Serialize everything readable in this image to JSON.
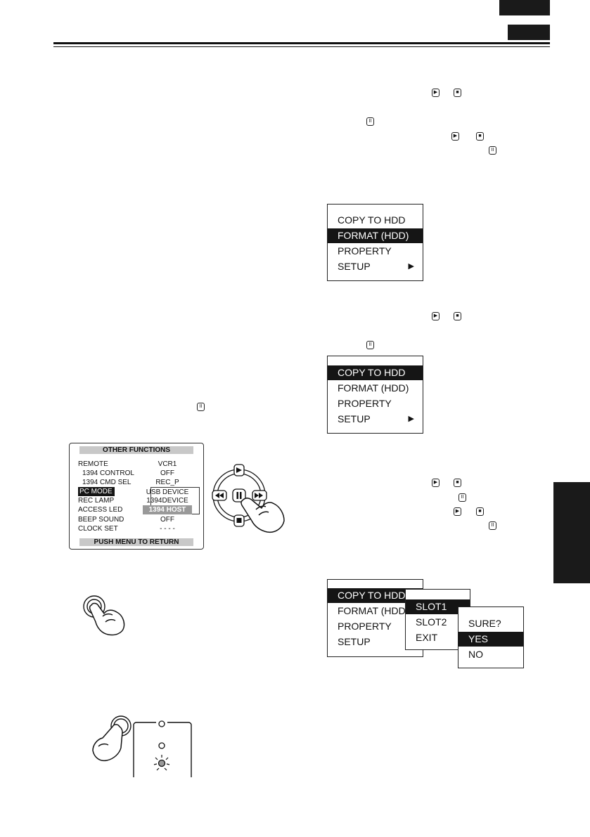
{
  "osd": {
    "title": "OTHER FUNCTIONS",
    "footer": "PUSH MENU TO RETURN",
    "rows": [
      {
        "label": "REMOTE",
        "value": "VCR1"
      },
      {
        "label": "1394 CONTROL",
        "value": "OFF"
      },
      {
        "label": "1394 CMD SEL",
        "value": "REC_P"
      },
      {
        "label": "PC MODE",
        "value": "USB DEVICE"
      },
      {
        "label": "REC LAMP",
        "value": "1394DEVICE"
      },
      {
        "label": "ACCESS LED",
        "value": "1394 HOST"
      },
      {
        "label": "BEEP SOUND",
        "value": "OFF"
      },
      {
        "label": "CLOCK SET",
        "value": "- - - -"
      }
    ]
  },
  "menu1": {
    "items": [
      "COPY TO HDD",
      "FORMAT (HDD)",
      "PROPERTY",
      "SETUP"
    ],
    "selected": 1
  },
  "menu2": {
    "items": [
      "COPY TO HDD",
      "FORMAT (HDD)",
      "PROPERTY",
      "SETUP"
    ],
    "selected": 0
  },
  "menu3": {
    "items": [
      "COPY TO HDD",
      "FORMAT (HDD",
      "PROPERTY",
      "SETUP"
    ],
    "selected": 0
  },
  "submenu": {
    "items": [
      "SLOT1",
      "SLOT2",
      "EXIT"
    ],
    "selected": 0
  },
  "confirm": {
    "items": [
      "SURE?",
      "YES",
      "NO"
    ],
    "selected": 1
  },
  "glyphs": {
    "play": "▶",
    "stop": "■",
    "pause": "II",
    "rew": "◀◀",
    "ff": "▶▶",
    "submenu_arrow": "▶"
  },
  "icons": [
    "play-button-icon",
    "stop-button-icon",
    "pause-button-icon",
    "hand-pointer-icon",
    "led-indicator-icon"
  ],
  "colors": {
    "ink": "#111111",
    "highlight": "#151515",
    "osd_bar": "#c8c8c8"
  }
}
